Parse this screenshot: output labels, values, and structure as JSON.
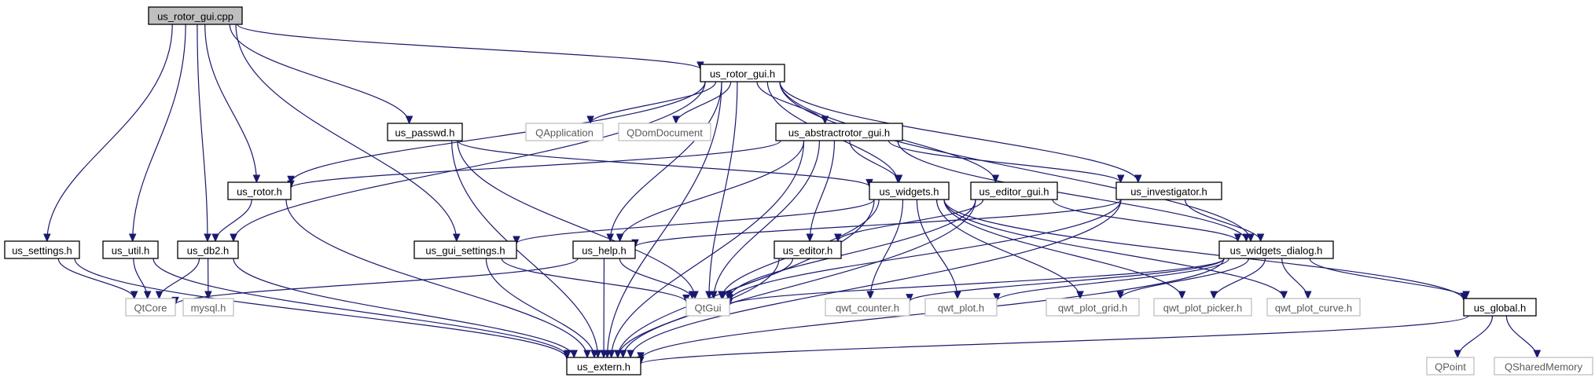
{
  "colors": {
    "edge": "#191970",
    "external_border": "#bfbfbf",
    "root_fill": "#bfbfbf",
    "node_border": "#000000"
  },
  "nodes": {
    "cpp": {
      "label": "us_rotor_gui.cpp",
      "kind": "root"
    },
    "rotorgui": {
      "label": "us_rotor_gui.h",
      "kind": "local"
    },
    "passwd": {
      "label": "us_passwd.h",
      "kind": "local"
    },
    "qapp": {
      "label": "QApplication",
      "kind": "external"
    },
    "qdom": {
      "label": "QDomDocument",
      "kind": "external"
    },
    "abstract": {
      "label": "us_abstractrotor_gui.h",
      "kind": "local"
    },
    "rotor": {
      "label": "us_rotor.h",
      "kind": "local"
    },
    "widgets": {
      "label": "us_widgets.h",
      "kind": "local"
    },
    "editorgui": {
      "label": "us_editor_gui.h",
      "kind": "local"
    },
    "investigator": {
      "label": "us_investigator.h",
      "kind": "local"
    },
    "settings": {
      "label": "us_settings.h",
      "kind": "local"
    },
    "util": {
      "label": "us_util.h",
      "kind": "local"
    },
    "db2": {
      "label": "us_db2.h",
      "kind": "local"
    },
    "guisettings": {
      "label": "us_gui_settings.h",
      "kind": "local"
    },
    "help": {
      "label": "us_help.h",
      "kind": "local"
    },
    "editor": {
      "label": "us_editor.h",
      "kind": "local"
    },
    "wdialog": {
      "label": "us_widgets_dialog.h",
      "kind": "local"
    },
    "qtcore": {
      "label": "QtCore",
      "kind": "external"
    },
    "mysql": {
      "label": "mysql.h",
      "kind": "external"
    },
    "qtgui": {
      "label": "QtGui",
      "kind": "external"
    },
    "counter": {
      "label": "qwt_counter.h",
      "kind": "external"
    },
    "qwtplot": {
      "label": "qwt_plot.h",
      "kind": "external"
    },
    "plotgrid": {
      "label": "qwt_plot_grid.h",
      "kind": "external"
    },
    "plotpicker": {
      "label": "qwt_plot_picker.h",
      "kind": "external"
    },
    "plotcurve": {
      "label": "qwt_plot_curve.h",
      "kind": "external"
    },
    "global": {
      "label": "us_global.h",
      "kind": "local"
    },
    "extern": {
      "label": "us_extern.h",
      "kind": "local"
    },
    "qpoint": {
      "label": "QPoint",
      "kind": "external"
    },
    "qshared": {
      "label": "QSharedMemory",
      "kind": "external"
    }
  },
  "edges": [
    [
      "cpp",
      "rotorgui"
    ],
    [
      "cpp",
      "passwd"
    ],
    [
      "cpp",
      "rotor"
    ],
    [
      "cpp",
      "settings"
    ],
    [
      "cpp",
      "util"
    ],
    [
      "cpp",
      "db2"
    ],
    [
      "cpp",
      "guisettings"
    ],
    [
      "rotorgui",
      "qapp"
    ],
    [
      "rotorgui",
      "qdom"
    ],
    [
      "rotorgui",
      "abstract"
    ],
    [
      "rotorgui",
      "rotor"
    ],
    [
      "rotorgui",
      "widgets"
    ],
    [
      "rotorgui",
      "editorgui"
    ],
    [
      "rotorgui",
      "investigator"
    ],
    [
      "rotorgui",
      "wdialog"
    ],
    [
      "rotorgui",
      "help"
    ],
    [
      "rotorgui",
      "db2"
    ],
    [
      "rotorgui",
      "qtgui"
    ],
    [
      "rotorgui",
      "extern"
    ],
    [
      "passwd",
      "widgets"
    ],
    [
      "passwd",
      "qtgui"
    ],
    [
      "passwd",
      "extern"
    ],
    [
      "abstract",
      "rotor"
    ],
    [
      "abstract",
      "widgets"
    ],
    [
      "abstract",
      "investigator"
    ],
    [
      "abstract",
      "help"
    ],
    [
      "abstract",
      "editor"
    ],
    [
      "abstract",
      "wdialog"
    ],
    [
      "abstract",
      "qtgui"
    ],
    [
      "abstract",
      "extern"
    ],
    [
      "rotor",
      "db2"
    ],
    [
      "rotor",
      "extern"
    ],
    [
      "widgets",
      "guisettings"
    ],
    [
      "widgets",
      "qtgui"
    ],
    [
      "widgets",
      "counter"
    ],
    [
      "widgets",
      "qwtplot"
    ],
    [
      "widgets",
      "plotgrid"
    ],
    [
      "widgets",
      "plotpicker"
    ],
    [
      "widgets",
      "plotcurve"
    ],
    [
      "widgets",
      "global"
    ],
    [
      "widgets",
      "extern"
    ],
    [
      "editorgui",
      "editor"
    ],
    [
      "editorgui",
      "wdialog"
    ],
    [
      "editorgui",
      "qtgui"
    ],
    [
      "editorgui",
      "extern"
    ],
    [
      "investigator",
      "help"
    ],
    [
      "investigator",
      "wdialog"
    ],
    [
      "investigator",
      "qtgui"
    ],
    [
      "investigator",
      "extern"
    ],
    [
      "settings",
      "qtcore"
    ],
    [
      "settings",
      "extern"
    ],
    [
      "util",
      "qtcore"
    ],
    [
      "util",
      "extern"
    ],
    [
      "db2",
      "qtcore"
    ],
    [
      "db2",
      "mysql"
    ],
    [
      "db2",
      "extern"
    ],
    [
      "guisettings",
      "qtgui"
    ],
    [
      "guisettings",
      "extern"
    ],
    [
      "help",
      "qtcore"
    ],
    [
      "help",
      "qtgui"
    ],
    [
      "help",
      "extern"
    ],
    [
      "editor",
      "qtgui"
    ],
    [
      "editor",
      "extern"
    ],
    [
      "wdialog",
      "qtgui"
    ],
    [
      "wdialog",
      "counter"
    ],
    [
      "wdialog",
      "qwtplot"
    ],
    [
      "wdialog",
      "plotgrid"
    ],
    [
      "wdialog",
      "plotpicker"
    ],
    [
      "wdialog",
      "plotcurve"
    ],
    [
      "wdialog",
      "global"
    ],
    [
      "wdialog",
      "extern"
    ],
    [
      "global",
      "extern"
    ],
    [
      "global",
      "qpoint"
    ],
    [
      "global",
      "qshared"
    ]
  ]
}
